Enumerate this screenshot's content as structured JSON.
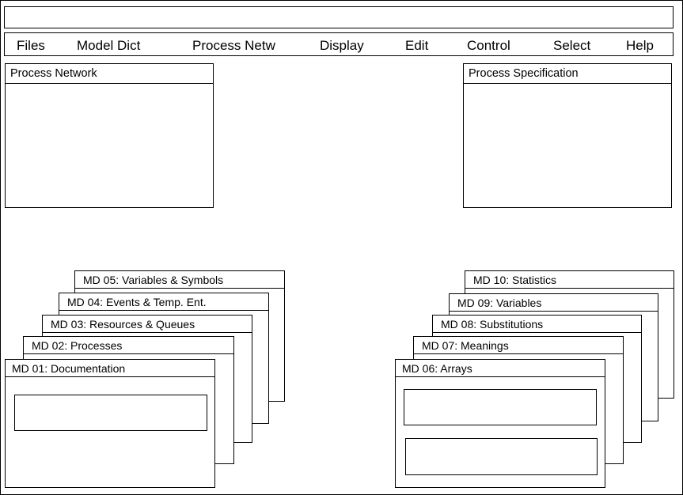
{
  "menu": {
    "files": "Files",
    "model_dict": "Model Dict",
    "process_netw": "Process Netw",
    "display": "Display",
    "edit": "Edit",
    "control": "Control",
    "select": "Select",
    "help": "Help"
  },
  "windows": {
    "process_network": "Process Network",
    "process_specification": "Process Specification"
  },
  "left_stack": {
    "md05": "MD 05: Variables & Symbols",
    "md04": "MD 04: Events & Temp. Ent.",
    "md03": "MD 03: Resources & Queues",
    "md02": "MD 02: Processes",
    "md01": "MD 01: Documentation"
  },
  "right_stack": {
    "md10": "MD 10: Statistics",
    "md09": "MD 09: Variables",
    "md08": "MD 08: Substitutions",
    "md07": "MD 07: Meanings",
    "md06": "MD 06: Arrays"
  }
}
